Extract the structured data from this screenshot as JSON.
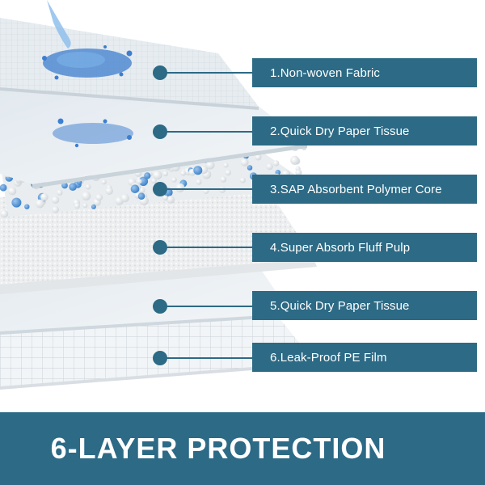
{
  "colors": {
    "accent": "#2c6a85",
    "footer": "#2c6a86",
    "water": "#3f7fd0",
    "bead_blue": "#4f95d8"
  },
  "layers": [
    {
      "label": "1.Non-woven Fabric",
      "material": "non-woven fabric"
    },
    {
      "label": "2.Quick Dry Paper Tissue",
      "material": "paper tissue"
    },
    {
      "label": "3.SAP Absorbent Polymer Core",
      "material": "polymer beads"
    },
    {
      "label": "4.Super Absorb Fluff Pulp",
      "material": "fluff pulp"
    },
    {
      "label": "5.Quick Dry Paper Tissue",
      "material": "paper tissue"
    },
    {
      "label": "6.Leak-Proof PE Film",
      "material": "pe film"
    }
  ],
  "footer": {
    "title": "6-LAYER PROTECTION"
  }
}
